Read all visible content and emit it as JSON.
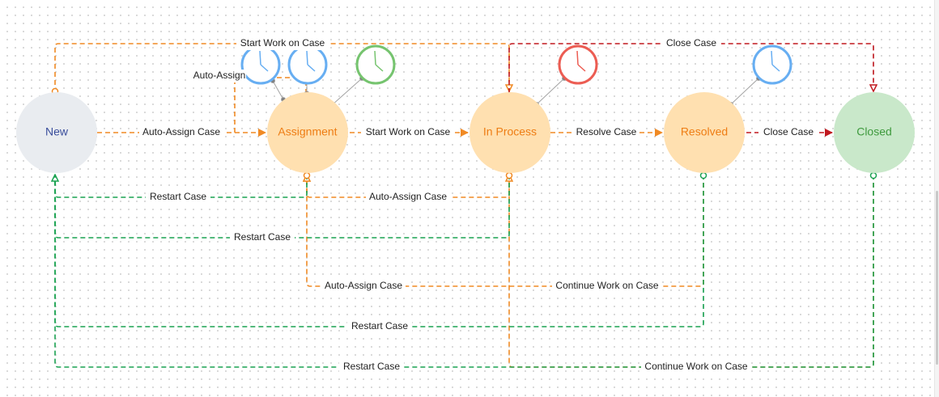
{
  "states": {
    "new": "New",
    "assignment": "Assignment",
    "in_process": "In Process",
    "resolved": "Resolved",
    "closed": "Closed"
  },
  "transitions": {
    "new_to_assignment": "Auto-Assign Case",
    "assignment_to_in_process": "Start Work on Case",
    "in_process_to_resolved": "Resolve Case",
    "resolved_to_closed": "Close Case",
    "new_to_in_process_top": "Start Work on Case",
    "in_process_to_closed_top": "Close Case",
    "timer_auto_assign": "Auto-Assign",
    "assignment_to_new": "Restart Case",
    "in_process_to_assignment": "Auto-Assign Case",
    "in_process_to_new": "Restart Case",
    "resolved_to_assignment": "Auto-Assign Case",
    "resolved_to_in_process": "Continue Work on Case",
    "resolved_to_new": "Restart Case",
    "closed_to_new": "Restart Case",
    "closed_to_in_process": "Continue Work on Case"
  },
  "timers": [
    "blue-timer",
    "blue-timer",
    "green-timer",
    "red-timer",
    "blue-timer"
  ],
  "colors": {
    "orange": "#f08a24",
    "green": "#1aa251",
    "red": "#c0181f",
    "new_fill": "#e9ecf0",
    "new_text": "#3a4e9c",
    "orange_fill": "#ffe0b0",
    "orange_text": "#ee7d14",
    "closed_fill": "#c9e8ca",
    "closed_text": "#3f9a3e",
    "timer_blue": "#67aef2",
    "timer_green": "#76c46f",
    "timer_red": "#ec5d53"
  }
}
